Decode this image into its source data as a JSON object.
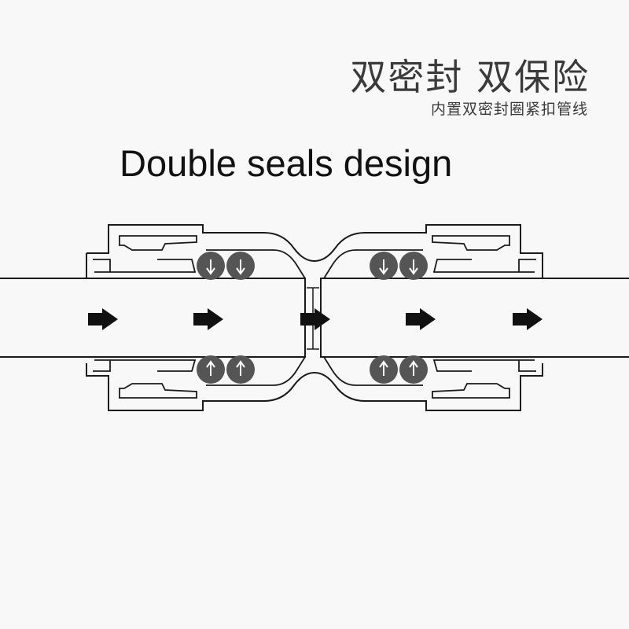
{
  "header": {
    "title_cn": "双密封 双保险",
    "subtitle_cn": "内置双密封圈紧扣管线",
    "title_en": "Double seals design"
  },
  "colors": {
    "outline": "#1a1a1a",
    "seal_ring": "#555555",
    "arrow": "#111111",
    "background": "#f8f8f8"
  },
  "icons": {
    "flow_arrow": "right-arrow-icon",
    "seal_arrow": "small-arrow-icon"
  }
}
